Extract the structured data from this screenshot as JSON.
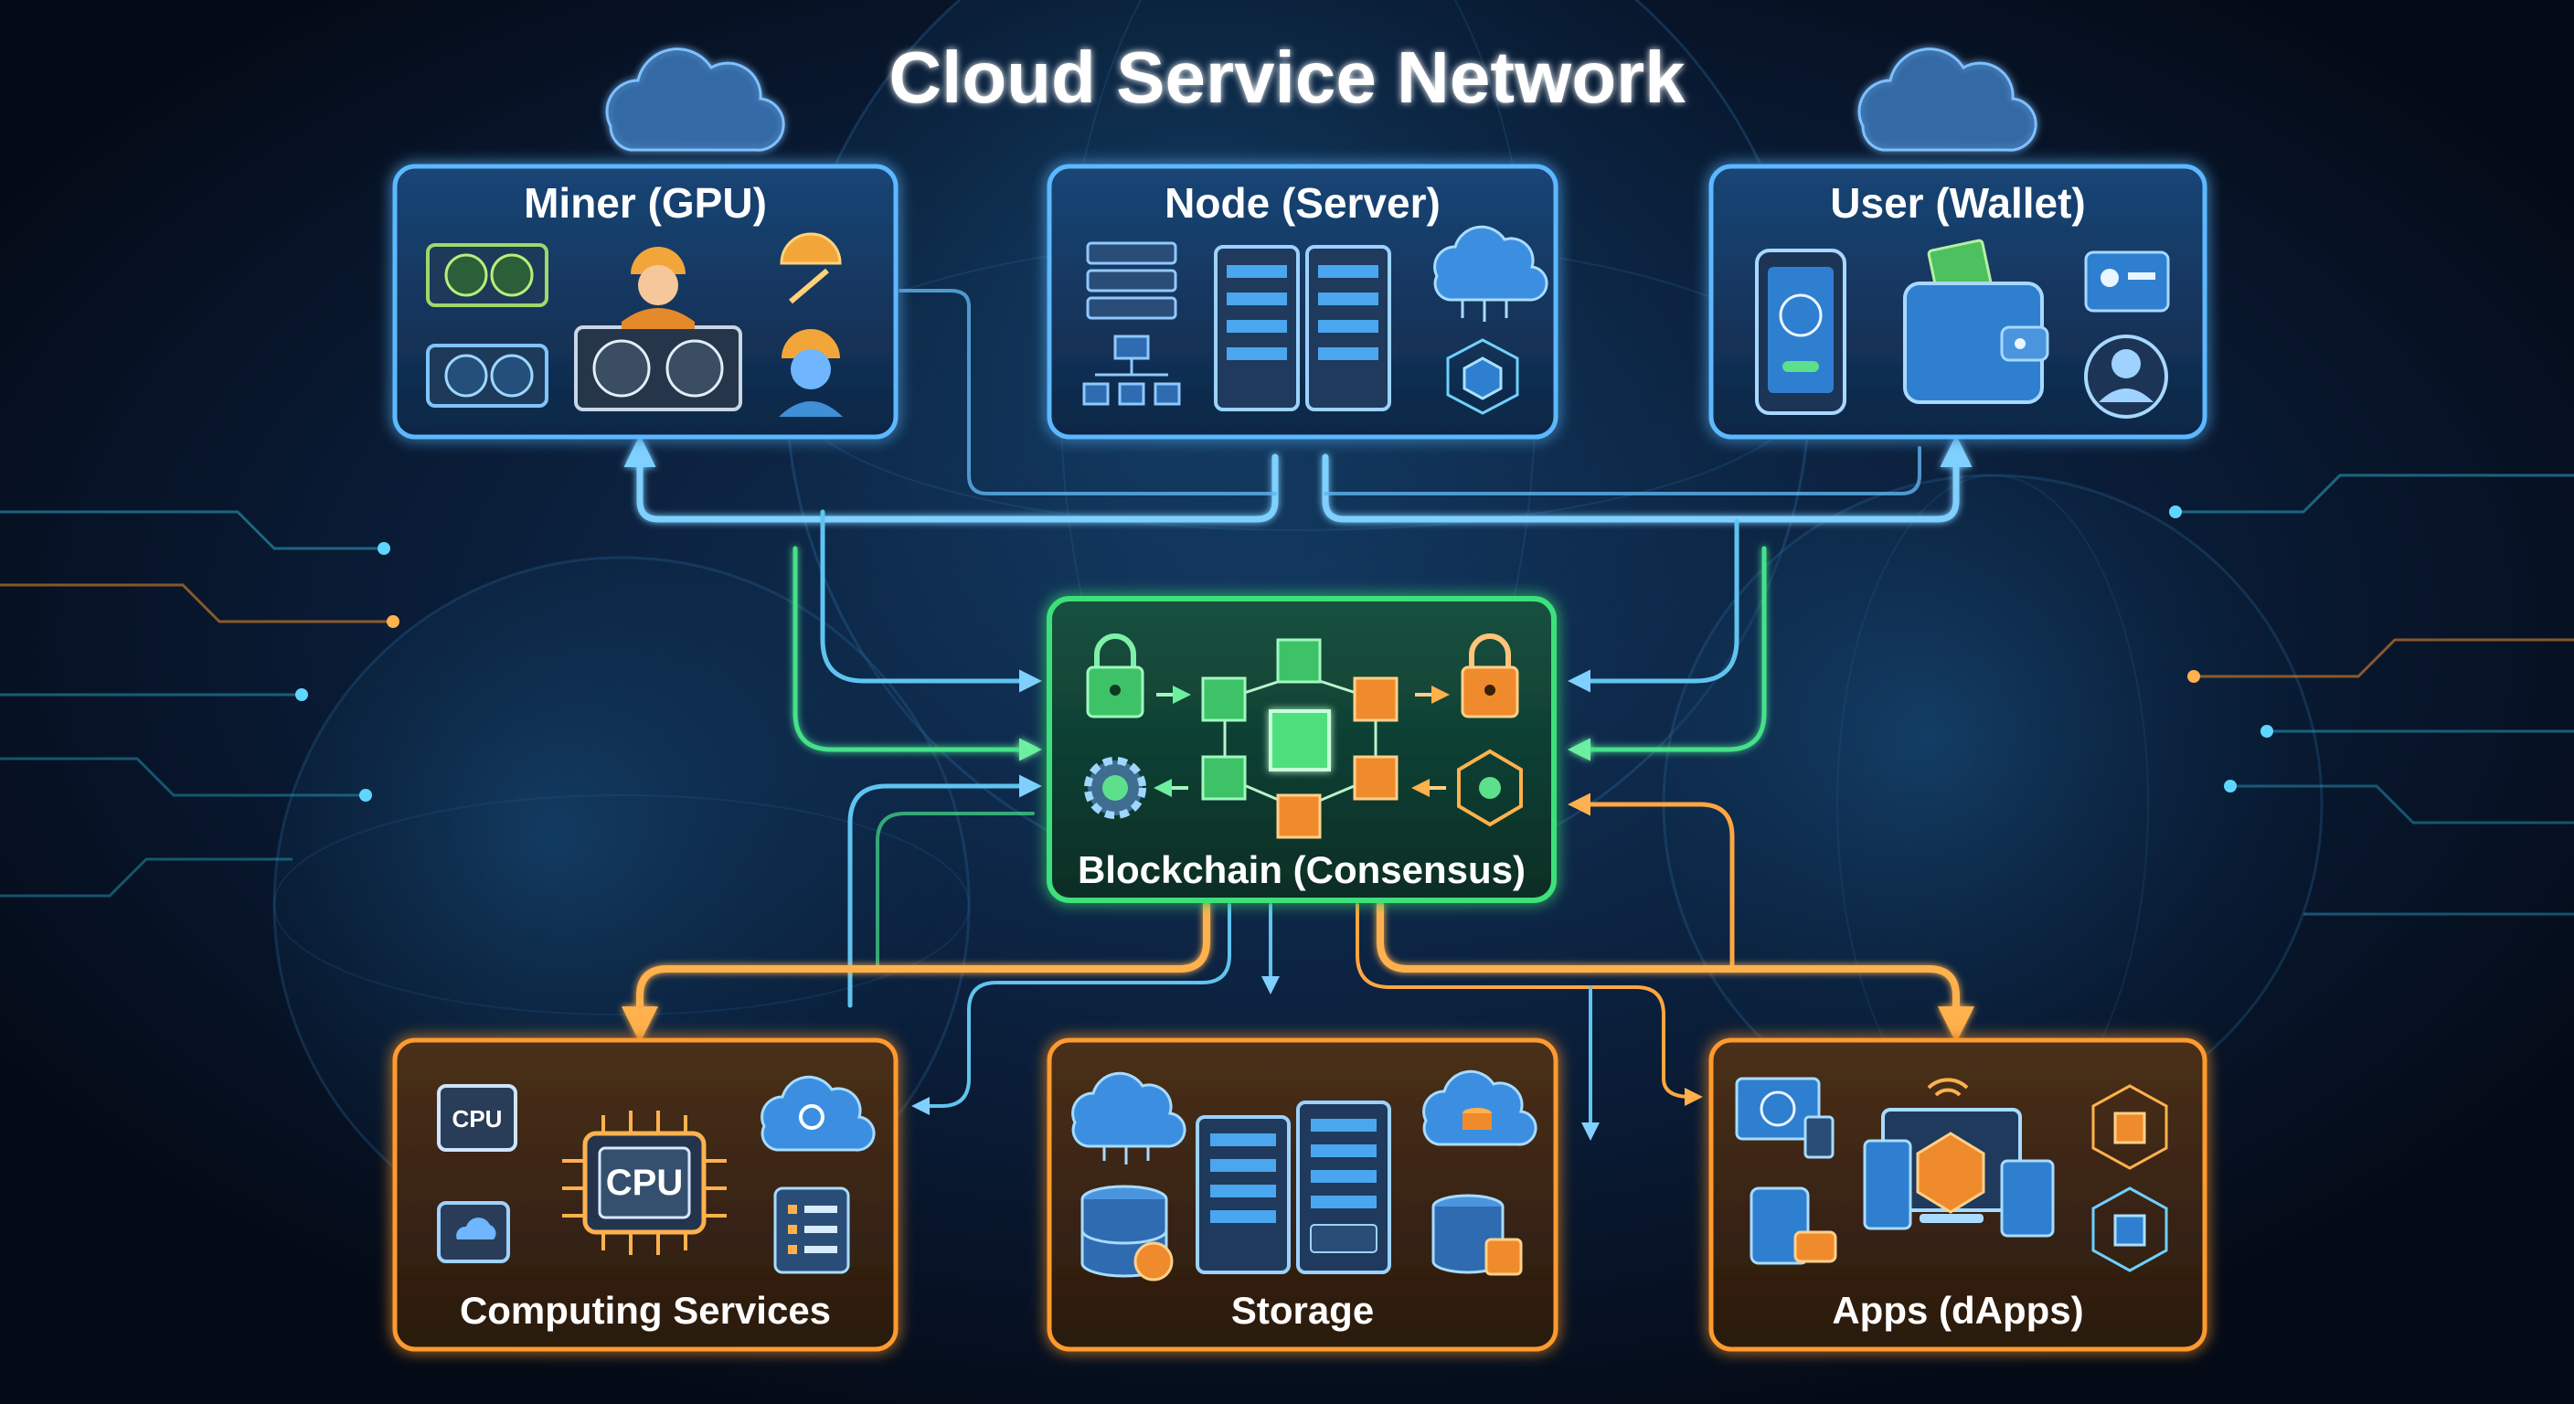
{
  "title": "Cloud Service Network",
  "colors": {
    "background": "#050d1c",
    "blue_accent": "#4fb6ff",
    "green_accent": "#3ee07a",
    "orange_accent": "#ff9a2e",
    "panel_blue_fill": "#12335e",
    "panel_green_fill": "#0f3f34",
    "panel_orange_fill": "#3b2614"
  },
  "nodes": {
    "miner": {
      "label": "Miner (GPU)",
      "icons": [
        "gpu-card-icon",
        "miner-worker-icon",
        "mining-rig-icon",
        "pickaxe-helmet-icon"
      ]
    },
    "node": {
      "label": "Node (Server)",
      "icons": [
        "server-rack-icon",
        "network-tree-icon",
        "cloud-network-icon",
        "cube-network-icon"
      ]
    },
    "user": {
      "label": "User (Wallet)",
      "icons": [
        "smartphone-globe-icon",
        "wallet-icon",
        "id-card-icon",
        "user-avatar-icon"
      ]
    },
    "blockchain": {
      "label": "Blockchain (Consensus)",
      "icons": [
        "padlock-icon",
        "block-cubes-icon",
        "gear-icon",
        "hex-network-icon"
      ]
    },
    "computing": {
      "label": "Computing Services",
      "icons": [
        "cpu-chip-icon",
        "cloud-gear-icon",
        "cloud-chip-icon",
        "checklist-icon"
      ]
    },
    "storage": {
      "label": "Storage",
      "icons": [
        "cloud-upload-icon",
        "server-rack-icon",
        "database-icon",
        "cloud-database-icon"
      ]
    },
    "apps": {
      "label": "Apps (dApps)",
      "icons": [
        "monitor-globe-icon",
        "devices-icon",
        "wifi-icon",
        "cube-network-icon",
        "tablet-chat-icon"
      ]
    }
  },
  "cpu_labels": {
    "small": "CPU",
    "large": "CPU"
  }
}
